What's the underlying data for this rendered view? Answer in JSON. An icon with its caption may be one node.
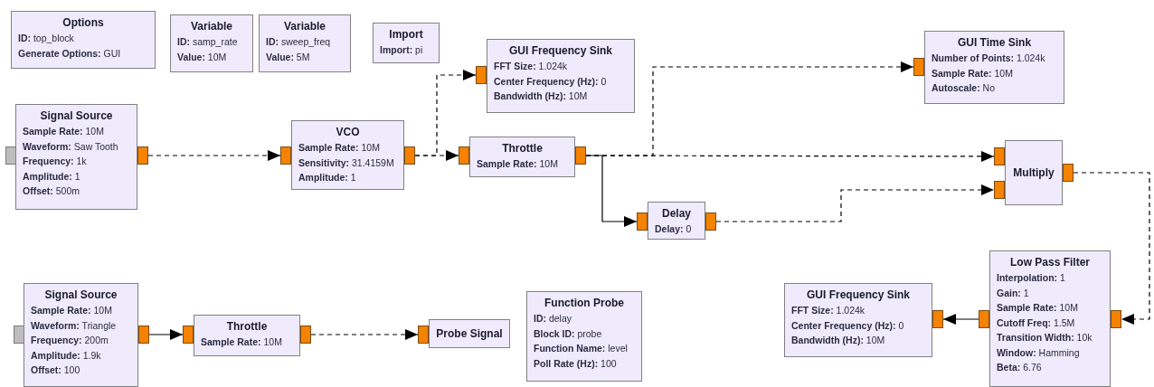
{
  "diagram": {
    "nodes": [
      {
        "text": [
          "Options",
          "**ID:** top_block",
          "**Generate Options:** GUI"
        ]
      },
      {
        "text": [
          "Variable",
          "**ID:** samp_rate",
          "**Value:** 10M"
        ]
      },
      {
        "text": [
          "Variable",
          "**ID:** sweep_freq",
          "**Value:** 5M"
        ]
      },
      {
        "text": [
          "Import",
          "**Import:** pi"
        ]
      },
      {
        "text": [
          "Signal Source",
          "**Sample Rate:** 10M",
          "**Waveform:** Saw Tooth",
          "**Frequency:** 1k",
          "**Amplitude:** 1",
          "**Offset:** 500m"
        ]
      },
      {
        "text": [
          "VCO",
          "**Sample Rate:** 10M",
          "**Sensitivity:** 31.4159M",
          "**Amplitude:** 1"
        ]
      },
      {
        "text": [
          "GUI Frequency Sink",
          "**FFT Size:** 1.024k",
          "**Center Frequency (Hz):** 0",
          "**Bandwidth (Hz):** 10M"
        ]
      },
      {
        "text": [
          "Throttle",
          "**Sample Rate:** 10M"
        ]
      },
      {
        "text": [
          "GUI Time Sink",
          "**Number of Points:** 1.024k",
          "**Sample Rate:** 10M",
          "**Autoscale:** No"
        ]
      },
      {
        "text": [
          "Delay",
          "**Delay:** 0"
        ]
      },
      {
        "text": [
          "Multiply"
        ]
      },
      {
        "text": [
          "Signal Source",
          "**Sample Rate:** 10M",
          "**Waveform:** Triangle",
          "**Frequency:** 200m",
          "**Amplitude:** 1.9k",
          "**Offset:** 100"
        ]
      },
      {
        "text": [
          "Throttle",
          "**Sample Rate:** 10M"
        ]
      },
      {
        "text": [
          "Probe Signal"
        ]
      },
      {
        "text": [
          "Function Probe",
          "**ID:** delay",
          "**Block ID:** probe",
          "**Function Name:** level",
          "**Poll Rate (Hz):** 100"
        ]
      },
      {
        "text": [
          "GUI Frequency Sink",
          "**FFT Size:** 1.024k",
          "**Center Frequency (Hz):** 0",
          "**Bandwidth (Hz):** 10M"
        ]
      },
      {
        "text": [
          "Low Pass Filter",
          "**Interpolation:** 1",
          "**Gain:** 1",
          "**Sample Rate:** 10M",
          "**Cutoff Freq:** 1.5M",
          "**Transition Width:** 10k",
          "**Window:** Hamming",
          "**Beta:** 6.76"
        ]
      }
    ],
    "edges": [
      {
        "from": 4,
        "to": 5,
        "arrow": "to",
        "style": "dashed"
      },
      {
        "from": 5,
        "to": 6,
        "arrow": "to",
        "style": "dashed"
      },
      {
        "from": 5,
        "to": 7,
        "arrow": "to",
        "style": "dashed"
      },
      {
        "from": 7,
        "to": 8,
        "arrow": "to",
        "style": "dashed"
      },
      {
        "from": 7,
        "to": 10,
        "arrow": "to",
        "style": "dashed"
      },
      {
        "from": 7,
        "to": 9,
        "arrow": "to"
      },
      {
        "from": 9,
        "to": 10,
        "arrow": "to",
        "style": "dashed"
      },
      {
        "from": 10,
        "to": 16,
        "arrow": "to",
        "style": "dashed"
      },
      {
        "from": 16,
        "to": 15,
        "arrow": "to"
      },
      {
        "from": 11,
        "to": 12,
        "arrow": "to"
      },
      {
        "from": 12,
        "to": 13,
        "arrow": "to",
        "style": "dashed"
      }
    ]
  }
}
